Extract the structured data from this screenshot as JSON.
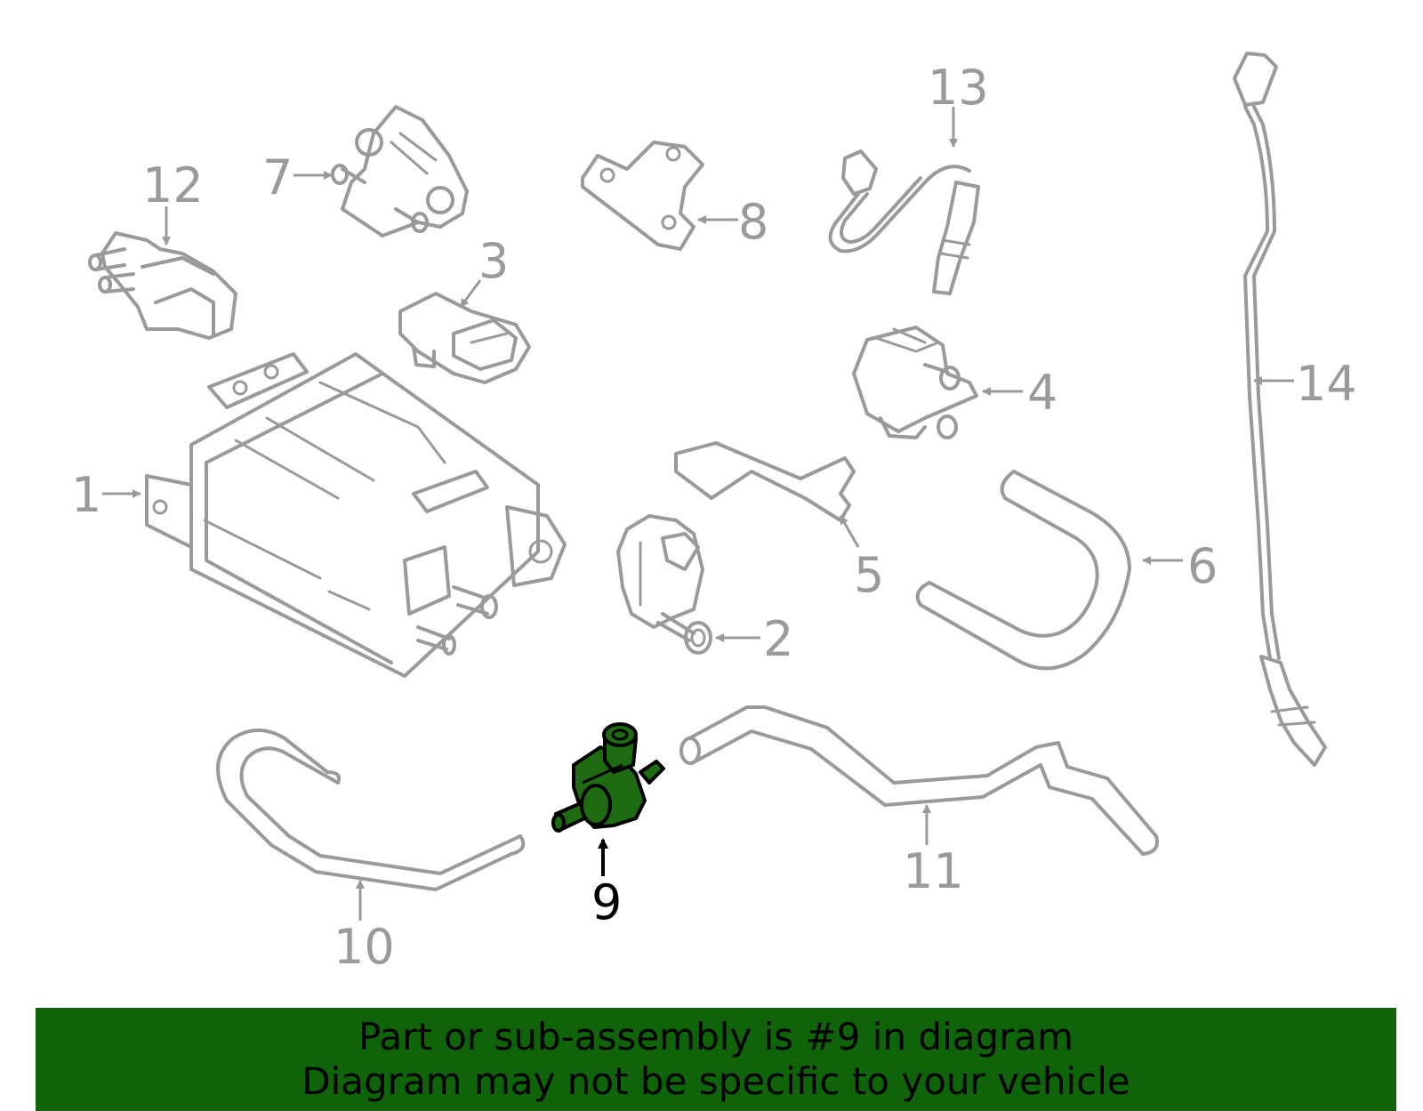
{
  "diagram": {
    "callouts": [
      "1",
      "2",
      "3",
      "4",
      "5",
      "6",
      "7",
      "8",
      "9",
      "10",
      "11",
      "12",
      "13",
      "14"
    ],
    "highlighted_callout": "9",
    "colors": {
      "outline": "#9a9a9a",
      "highlight_part": "#1f6b12",
      "highlight_text": "#000000",
      "banner_bg": "#0f6308"
    }
  },
  "banner": {
    "line1": "Part or sub-assembly is #9 in diagram",
    "line2": "Diagram may not be specific to your vehicle"
  }
}
